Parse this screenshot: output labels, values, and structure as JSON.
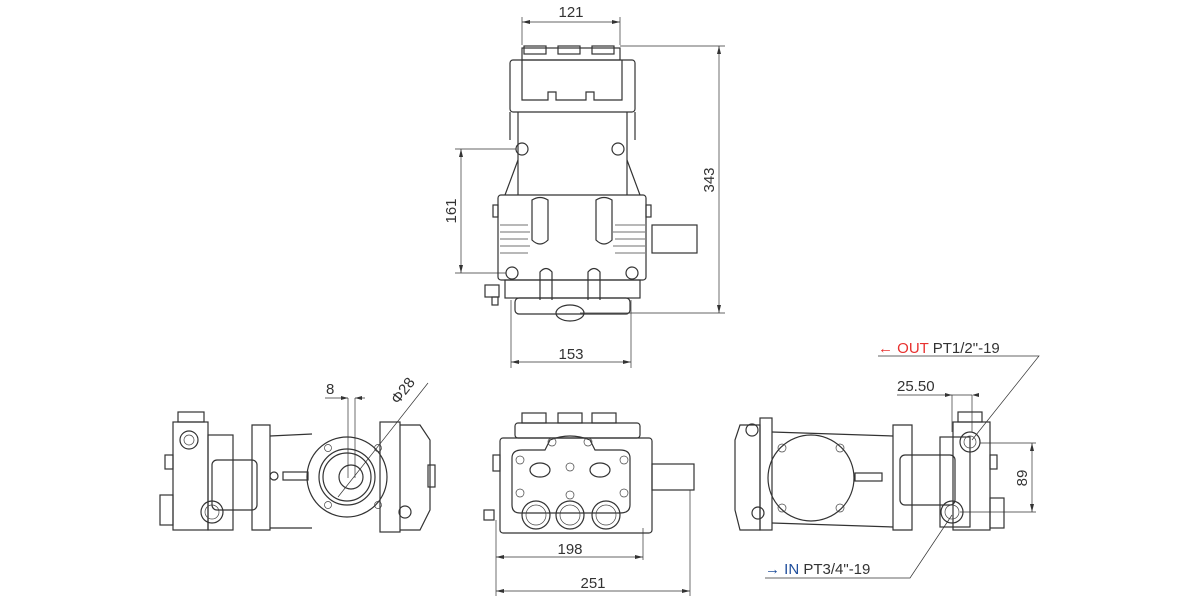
{
  "dimensions": {
    "top_width": "121",
    "overall_height": "343",
    "mount_height": "161",
    "base_width": "153",
    "key_width": "8",
    "shaft_diameter": "Φ28",
    "front_mount_width": "198",
    "overall_width": "251",
    "outlet_offset": "25.50",
    "port_spacing": "89"
  },
  "ports": {
    "outlet": {
      "arrow": "←",
      "label": "OUT",
      "thread": "PT1/2\"-19",
      "color": "#e8312f"
    },
    "inlet": {
      "arrow": "→",
      "label": "IN",
      "thread": "PT3/4\"-19",
      "color": "#1f4e9c"
    }
  }
}
